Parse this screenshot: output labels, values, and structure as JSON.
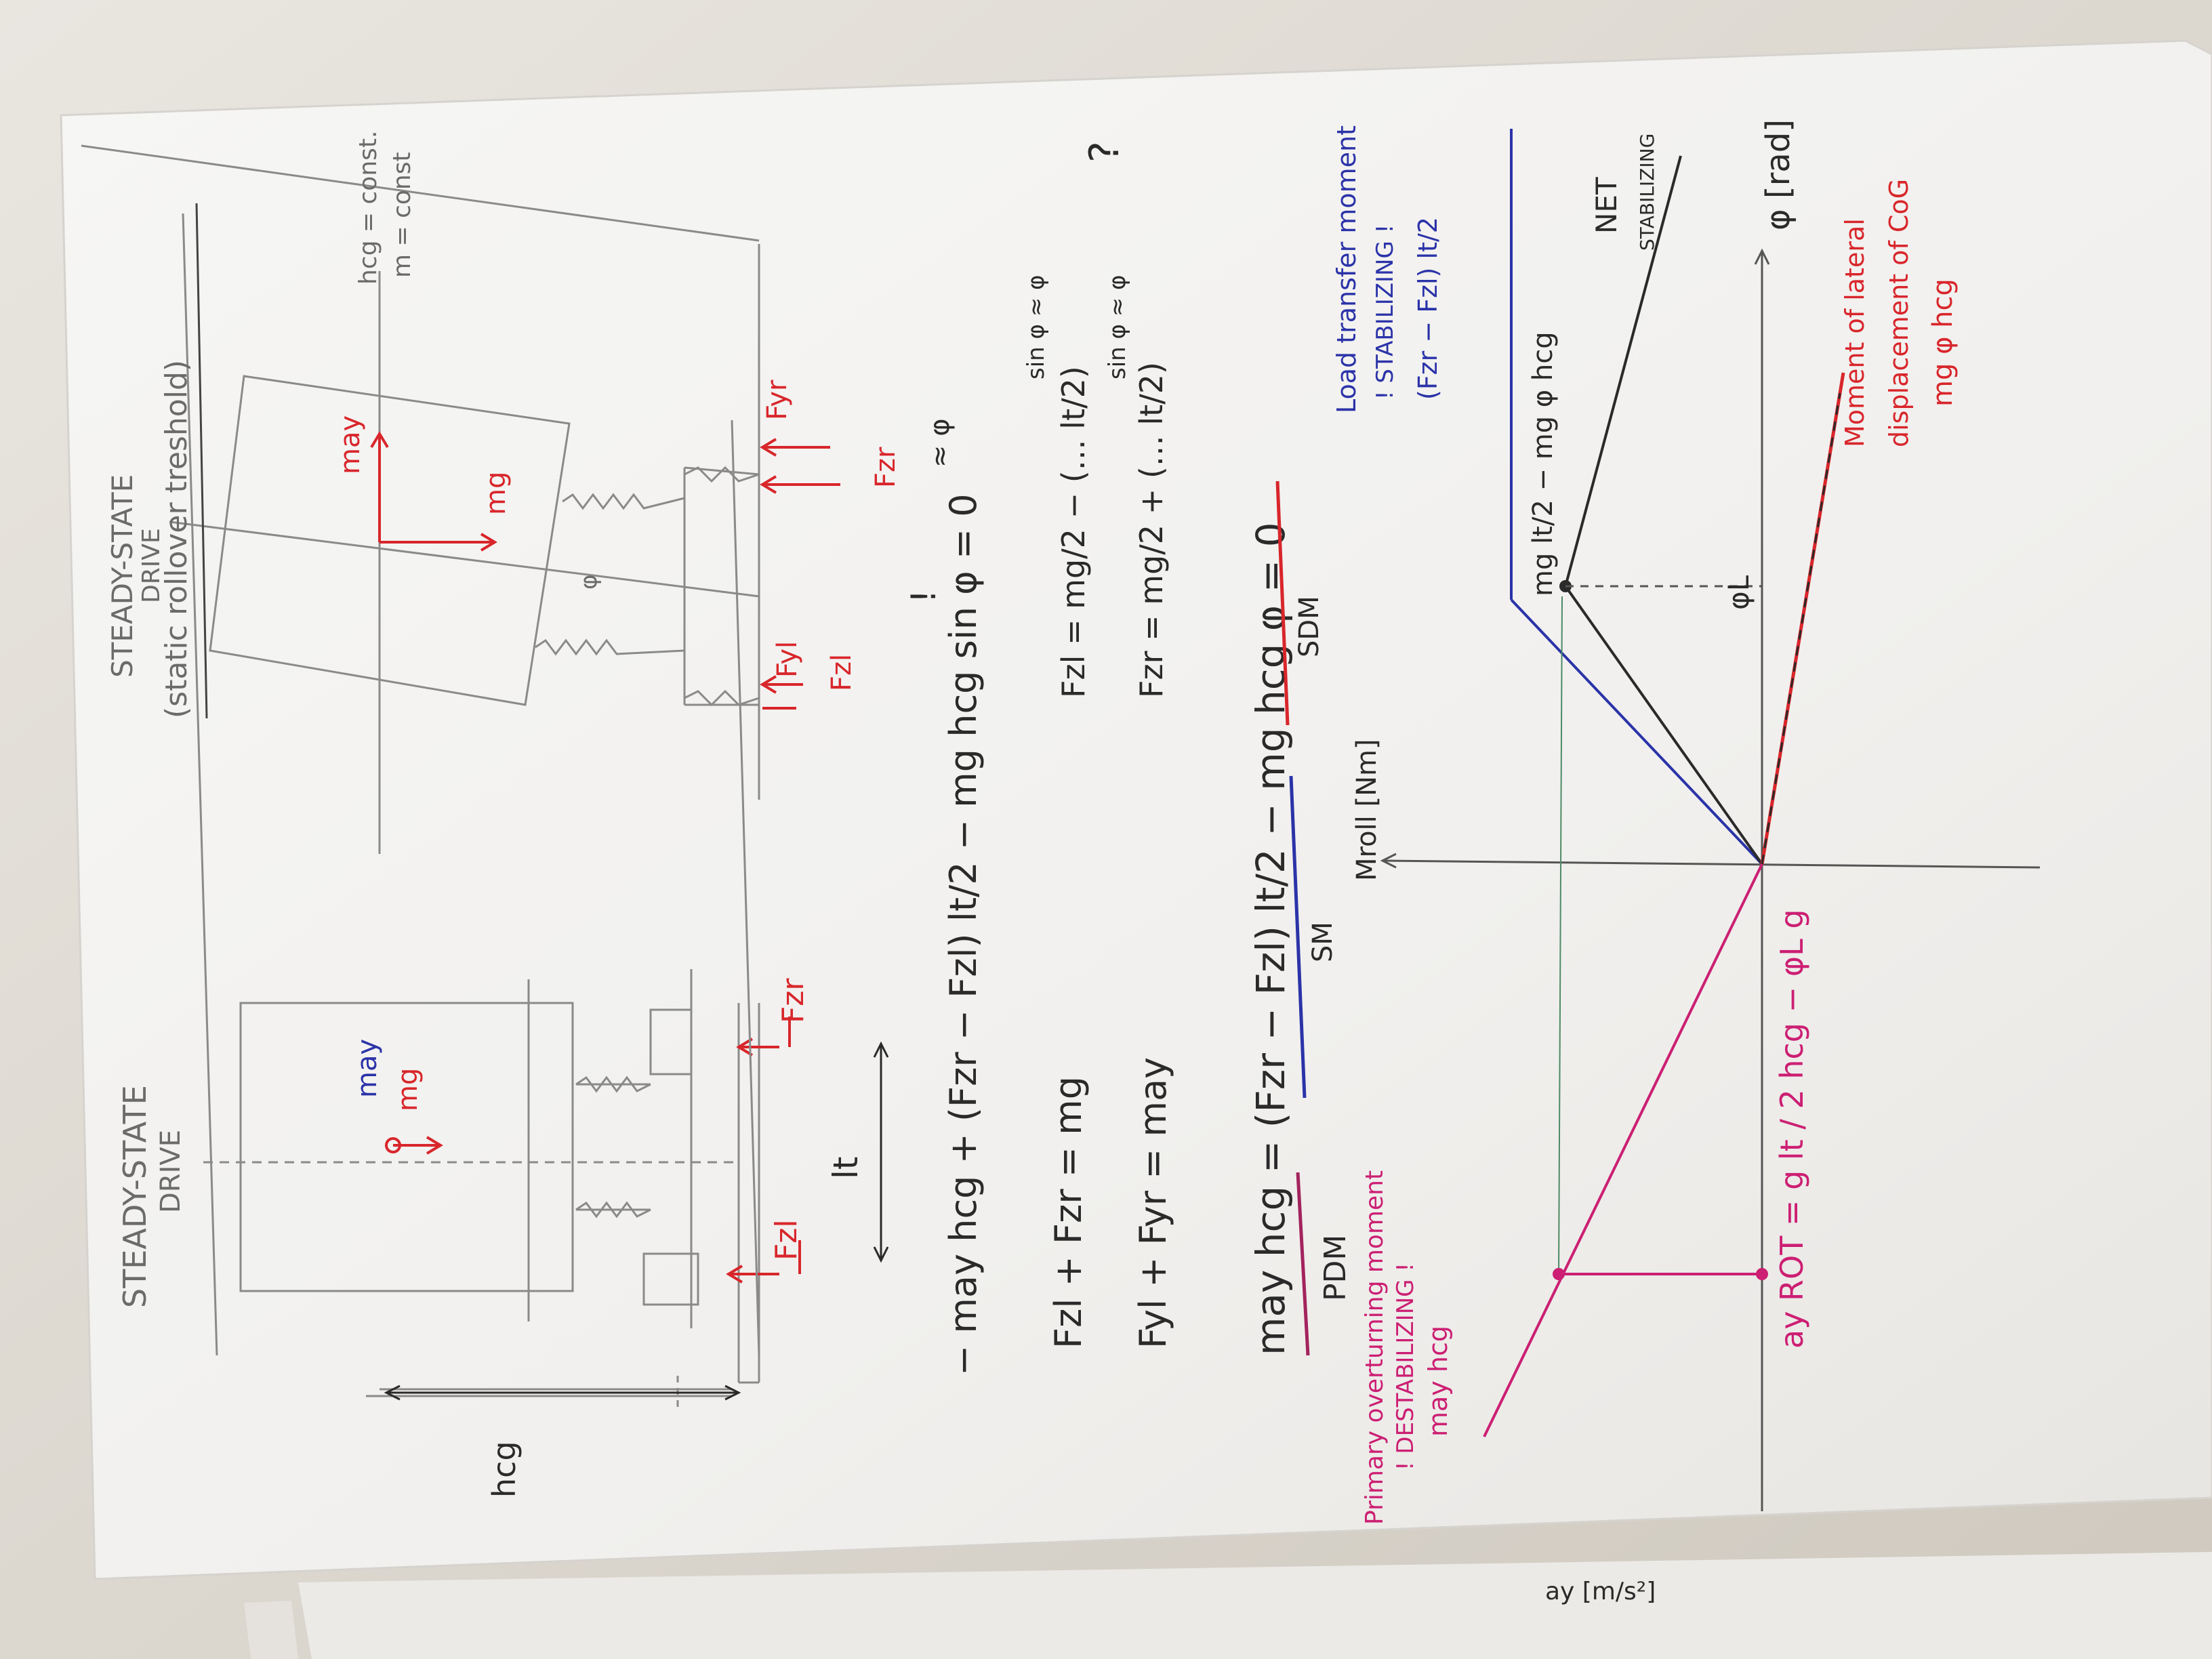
{
  "colors": {
    "pencil": "#6b6b6b",
    "red": "#d8262b",
    "blue": "#2b33a8",
    "magenta": "#cc1f73",
    "black": "#2a2a2a",
    "paper": "#f4f3f1"
  },
  "left_sketch": {
    "title_line1": "STEADY-STATE",
    "title_line2": "DRIVE",
    "force_left": "Fzl",
    "force_right": "Fzr",
    "accel": "may",
    "weight": "mg",
    "track": "lt",
    "height": "hcg"
  },
  "right_sketch": {
    "title_line1": "STEADY-STATE",
    "title_line2": "DRIVE",
    "subtitle": "(static rollover treshold)",
    "note_line1": "hcg = const.",
    "note_line2": "m = const",
    "accel": "may",
    "weight": "mg",
    "phi": "φ",
    "fzl": "Fzl",
    "fyl": "Fyl",
    "fzr": "Fzr",
    "fyr": "Fyr"
  },
  "equations": {
    "moment_balance": "− may hcg + (Fzr − Fzl) lt/2 − mg hcg sin φ = 0",
    "excl": "!",
    "approx_phi": "≈ φ",
    "vertical_balance": "Fzl + Fzr = mg",
    "lateral_balance": "Fyl + Fyr = may",
    "fzl_solution": "Fzl = mg/2 − (… lt/2)",
    "fzr_solution": "Fzr = mg/2 + (… lt/2)",
    "sin_approx_1": "sin φ ≈ φ",
    "sin_approx_2": "sin φ ≈ φ",
    "question": "?",
    "summary": "may hcg = (Fzr − Fzl) lt/2 − mg hcg φ = 0",
    "pdm_label": "PDM",
    "sm_label": "SM",
    "sdm_label": "SDM"
  },
  "annotations": {
    "load_transfer_line1": "Load transfer moment",
    "load_transfer_line2": "! STABILIZING !",
    "load_transfer_line3": "(Fzr − Fzl) lt/2",
    "primary_line1": "Primary overturning moment",
    "primary_line2": "! DESTABILIZING !",
    "primary_line3": "may hcg",
    "lateral_line1": "Moment of lateral",
    "lateral_line2": "displacement of CoG",
    "lateral_line3": "mg φ hcg"
  },
  "graph": {
    "y_axis_label": "Mroll [Nm]",
    "x_axis_label": "φ [rad]",
    "left_axis_label": "ay [m/s²]",
    "net_label": "NET",
    "stabilizing_label": "STABILIZING",
    "phi_l": "φL",
    "peak_label": "mg lt/2 − mg φ hcg",
    "ay_rot_label": "ay ROT = g lt / 2 hcg − φL g"
  }
}
